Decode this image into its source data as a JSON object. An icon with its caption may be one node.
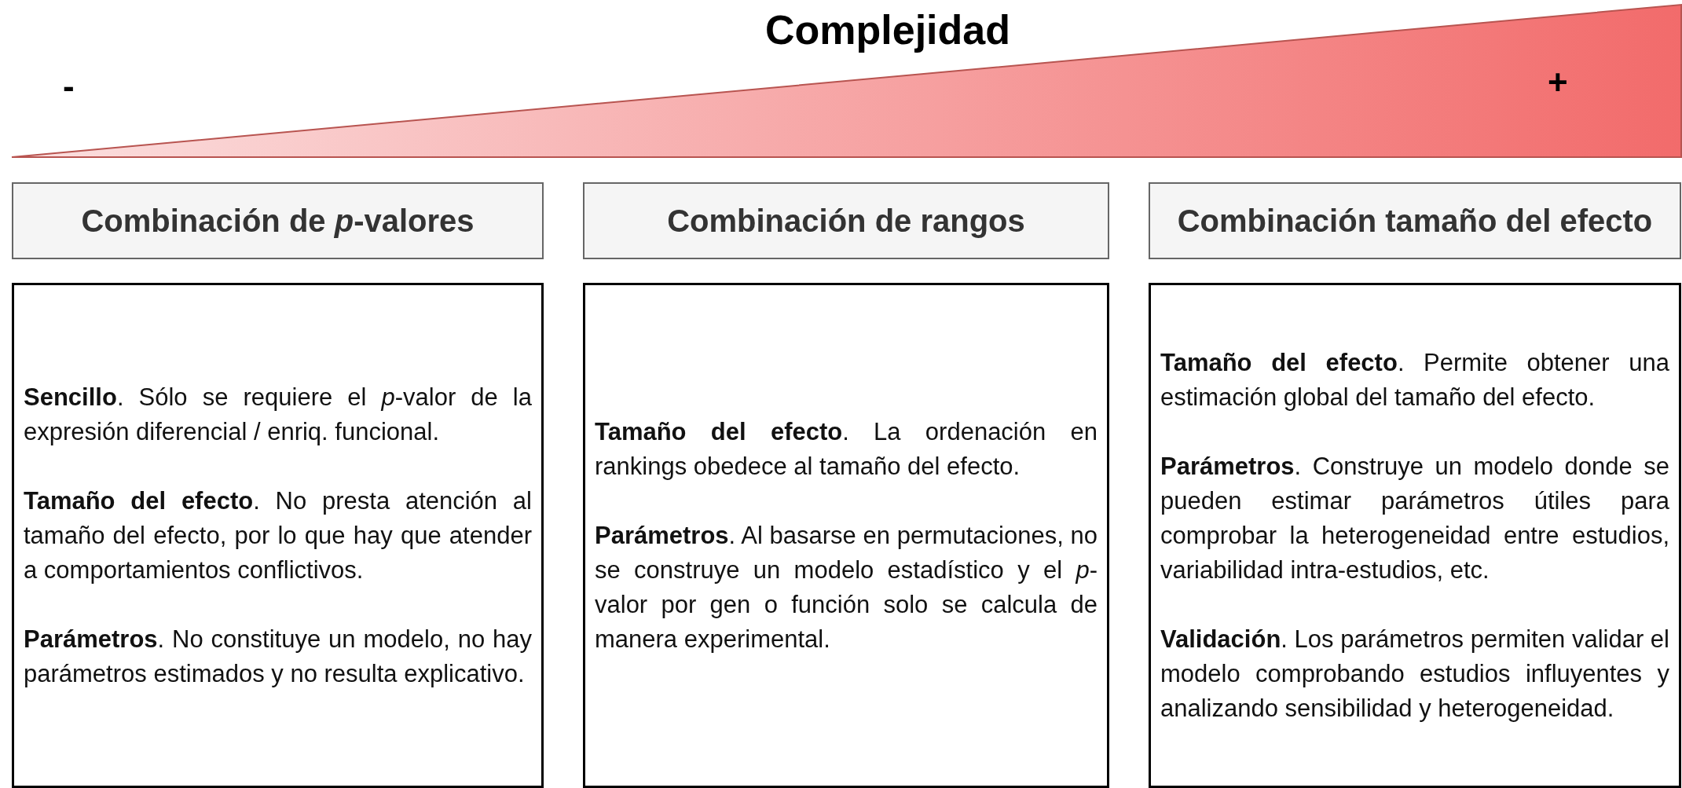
{
  "diagram": {
    "title": "Complejidad",
    "nodes": [
      {
        "text": [
          "Combinación de *p*-valores"
        ]
      },
      {
        "text": [
          "Combinación de rangos"
        ]
      },
      {
        "text": [
          "Combinación tamaño del efecto"
        ]
      },
      {
        "text": [
          "**Sencillo**. Sólo se requiere el *p*-valor de la expresión diferencial / enriq. funcional.",
          "**Tamaño del efecto**. No presta atención al tamaño del efecto, por lo que hay que atender a comportamientos conflictivos.",
          "**Parámetros**. No constituye un modelo, no hay parámetros estimados y no resulta explicativo."
        ]
      },
      {
        "text": [
          "**Tamaño del efecto**. La ordenación en rankings obedece al tamaño del efecto.",
          "**Parámetros**. Al basarse en permutaciones, no se construye un modelo estadístico y el *p*-valor por gen o función solo se calcula de manera experimental."
        ]
      },
      {
        "text": [
          "**Tamaño del efecto**. Permite obtener una estimación global del tamaño del efecto.",
          "**Parámetros**. Construye un modelo donde se pueden estimar parámetros útiles para comprobar la heterogeneidad entre estudios, variabilidad intra-estudios, etc.",
          "**Validación**. Los parámetros permiten validar el modelo comprobando estudios influyentes y analizando sensibilidad y heterogeneidad."
        ]
      }
    ],
    "labels": [
      "-",
      "+"
    ]
  }
}
